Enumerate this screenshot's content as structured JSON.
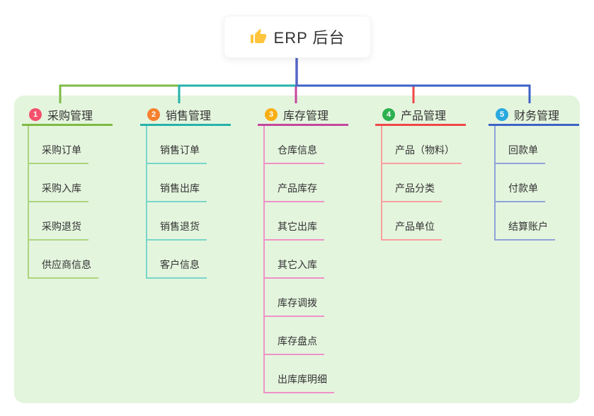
{
  "root": {
    "label": "ERP 后台",
    "icon": "thumbs-up-icon",
    "icon_color": "#FFC53D"
  },
  "trunk_color": "#5566C7",
  "panel_color": "#E4F5DE",
  "text_color": "#333333",
  "branches": [
    {
      "index": "1",
      "label": "采购管理",
      "badge_color": "#F4516C",
      "line_color": "#7EBB44",
      "child_line_color": "#ABD57E",
      "children": [
        "采购订单",
        "采购入库",
        "采购退货",
        "供应商信息"
      ]
    },
    {
      "index": "2",
      "label": "销售管理",
      "badge_color": "#F5812F",
      "line_color": "#25B2AA",
      "child_line_color": "#79D6C9",
      "children": [
        "销售订单",
        "销售出库",
        "销售退货",
        "客户信息"
      ]
    },
    {
      "index": "3",
      "label": "库存管理",
      "badge_color": "#F9AE13",
      "line_color": "#C4479D",
      "child_line_color": "#EE92C6",
      "children": [
        "仓库信息",
        "产品库存",
        "其它出库",
        "其它入库",
        "库存调拨",
        "库存盘点",
        "出库库明细"
      ]
    },
    {
      "index": "4",
      "label": "产品管理",
      "badge_color": "#2DB150",
      "line_color": "#EF4848",
      "child_line_color": "#F7A19C",
      "children": [
        "产品（物料）",
        "产品分类",
        "产品单位"
      ]
    },
    {
      "index": "5",
      "label": "财务管理",
      "badge_color": "#29A9E0",
      "line_color": "#3E62C5",
      "child_line_color": "#8FA3D8",
      "children": [
        "回款单",
        "付款单",
        "结算账户"
      ]
    }
  ]
}
